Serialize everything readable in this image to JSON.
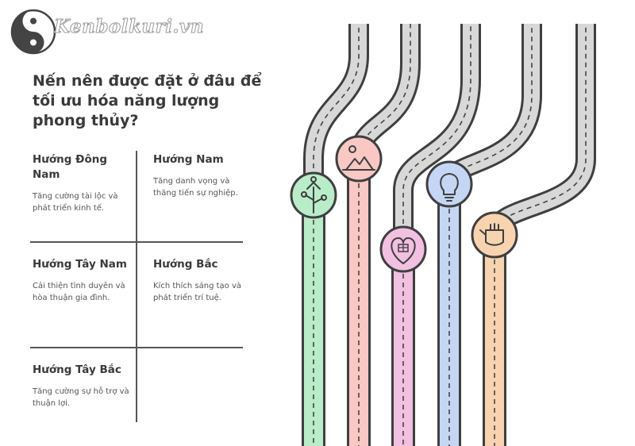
{
  "logo": {
    "text": "Kenbolkuri.vn",
    "icon": "yin-yang-icon"
  },
  "title": "Nến nên được đặt ở đâu để tối ưu hóa năng lượng phong thủy?",
  "directions": [
    {
      "title": "Hướng Đông Nam",
      "description": "Tăng cường tài lộc và phát triển kinh tế.",
      "icon": "tree-icon",
      "color": "#b9ecc8"
    },
    {
      "title": "Hướng Nam",
      "description": "Tăng danh vọng và thăng tiến sự nghiệp.",
      "icon": "mountain-icon",
      "color": "#f9c8c4"
    },
    {
      "title": "Hướng Tây Nam",
      "description": "Cải thiện tình duyên và hòa thuận gia đình.",
      "icon": "heart-icon",
      "color": "#f2c0e0"
    },
    {
      "title": "Hướng Bắc",
      "description": "Kích thích sáng tạo và phát triển trí tuệ.",
      "icon": "lightbulb-icon",
      "color": "#c5d6f5"
    },
    {
      "title": "Hướng Tây Bắc",
      "description": "Tăng cường sự hỗ trợ và thuận lợi.",
      "icon": "helping-hand-icon",
      "color": "#f8d3b0"
    }
  ]
}
